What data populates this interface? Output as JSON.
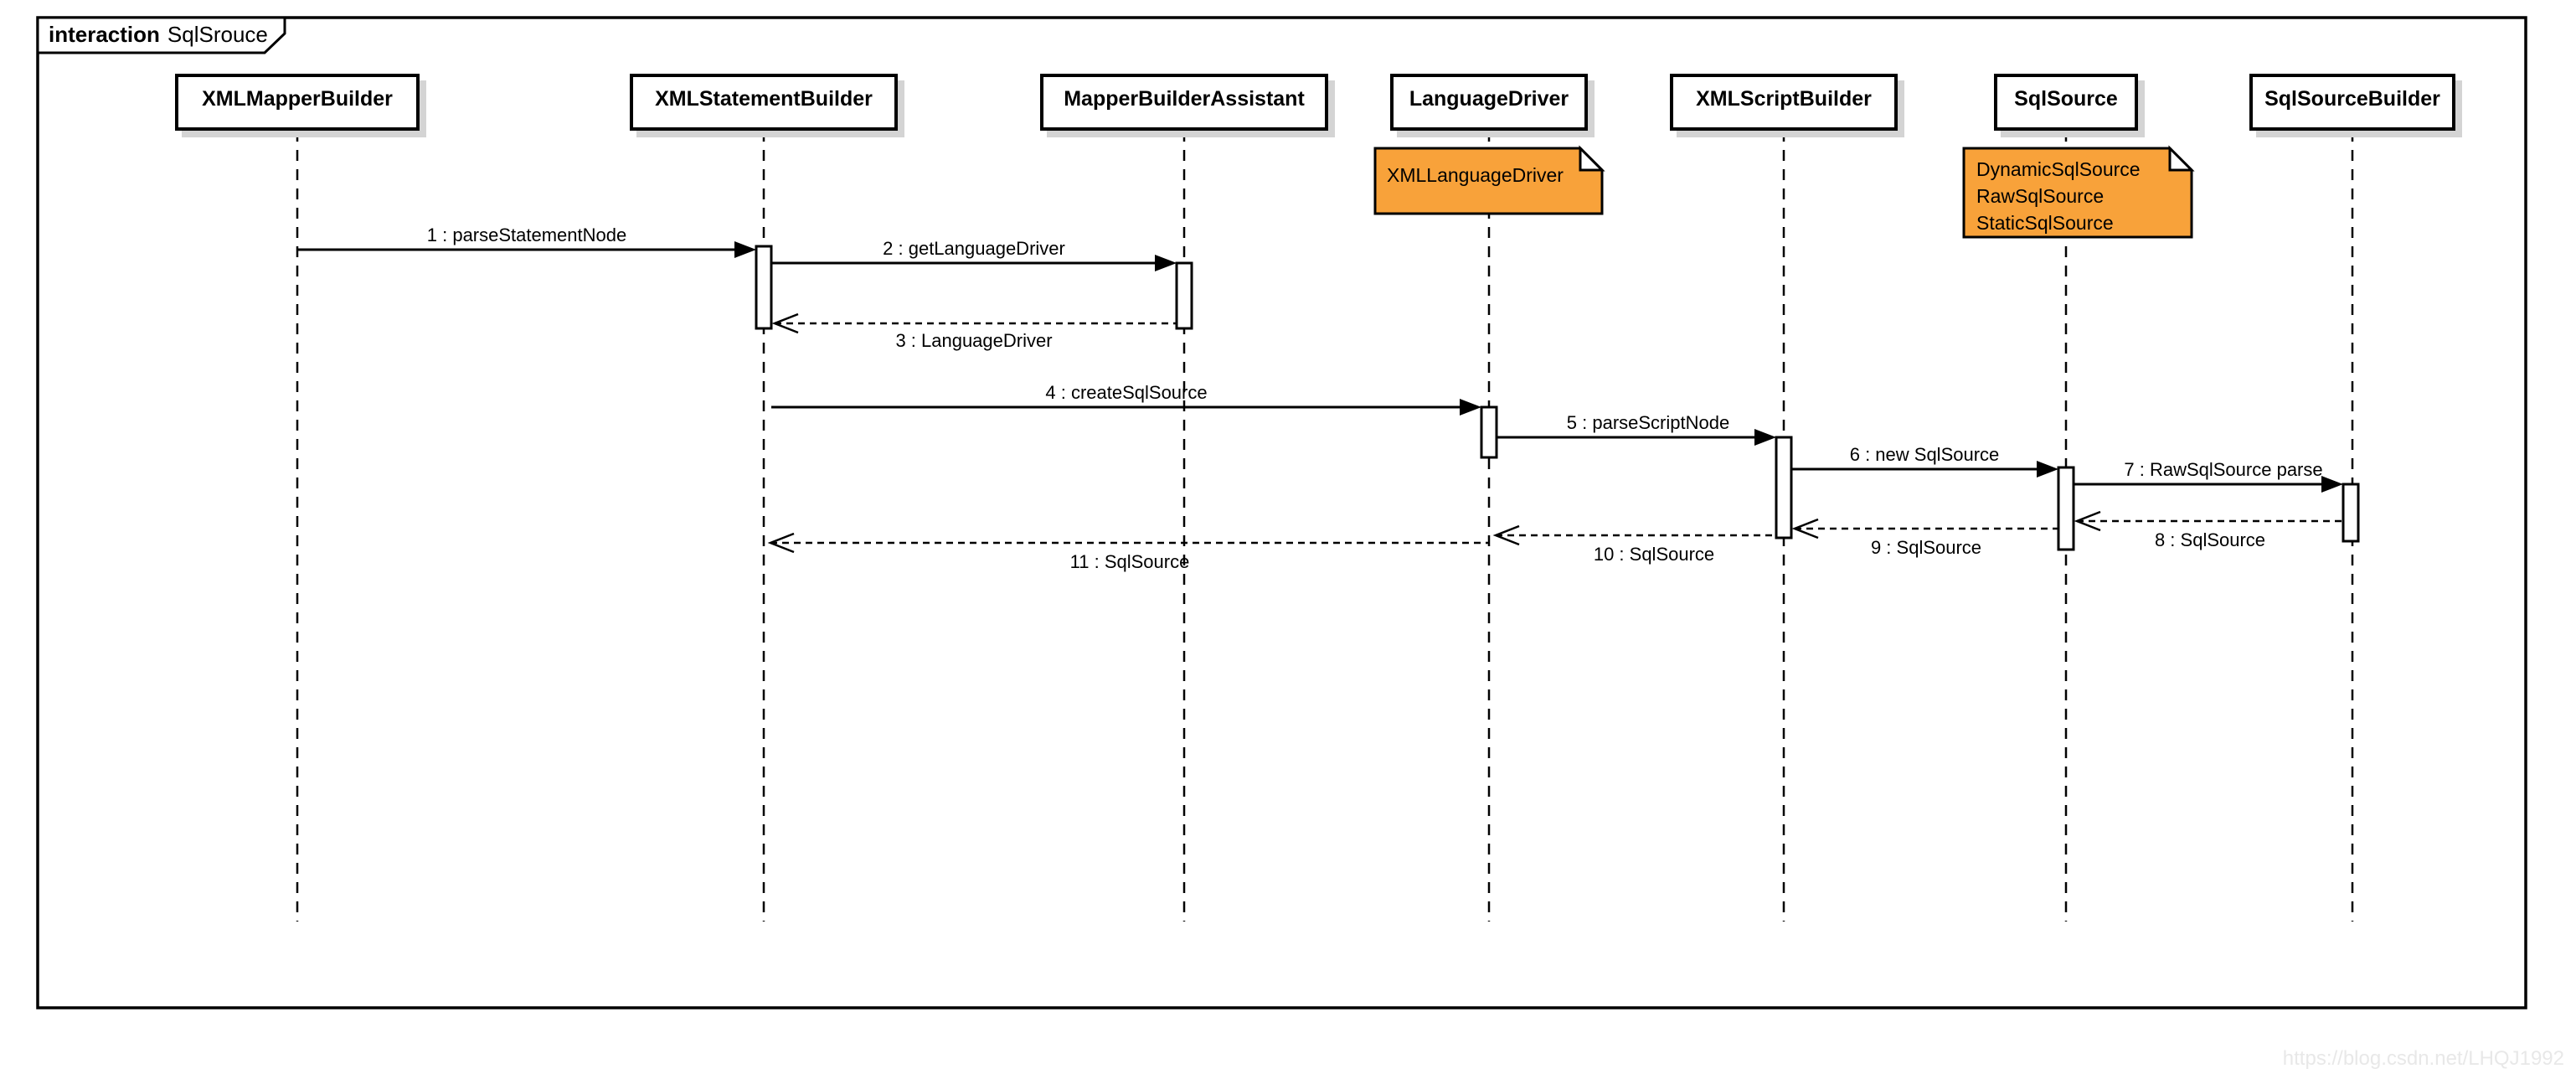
{
  "frame": {
    "keyword": "interaction",
    "title": "SqlSrouce"
  },
  "lifelines": [
    {
      "name": "XMLMapperBuilder"
    },
    {
      "name": "XMLStatementBuilder"
    },
    {
      "name": "MapperBuilderAssistant"
    },
    {
      "name": "LanguageDriver"
    },
    {
      "name": "XMLScriptBuilder"
    },
    {
      "name": "SqlSource"
    },
    {
      "name": "SqlSourceBuilder"
    }
  ],
  "notes": [
    {
      "lines": [
        "XMLLanguageDriver"
      ]
    },
    {
      "lines": [
        "DynamicSqlSource",
        "RawSqlSource",
        "StaticSqlSource"
      ]
    }
  ],
  "messages": [
    {
      "label": "1 : parseStatementNode"
    },
    {
      "label": "2 : getLanguageDriver"
    },
    {
      "label": "3 : LanguageDriver"
    },
    {
      "label": "4 : createSqlSource"
    },
    {
      "label": "5 : parseScriptNode"
    },
    {
      "label": "6 : new SqlSource"
    },
    {
      "label": "7 : RawSqlSource parse"
    },
    {
      "label": "8 : SqlSource"
    },
    {
      "label": "9 : SqlSource"
    },
    {
      "label": "10 : SqlSource"
    },
    {
      "label": "11 : SqlSource"
    }
  ],
  "watermark": {
    "text": "https://blog.csdn.net/LHQJ1992"
  },
  "colors": {
    "line": "#000000",
    "note_fill": "#F8A23A",
    "note_border": "#000000",
    "head_shadow": "#D4D4D4",
    "watermark": "#E8E8E8",
    "background": "#FFFFFF"
  }
}
